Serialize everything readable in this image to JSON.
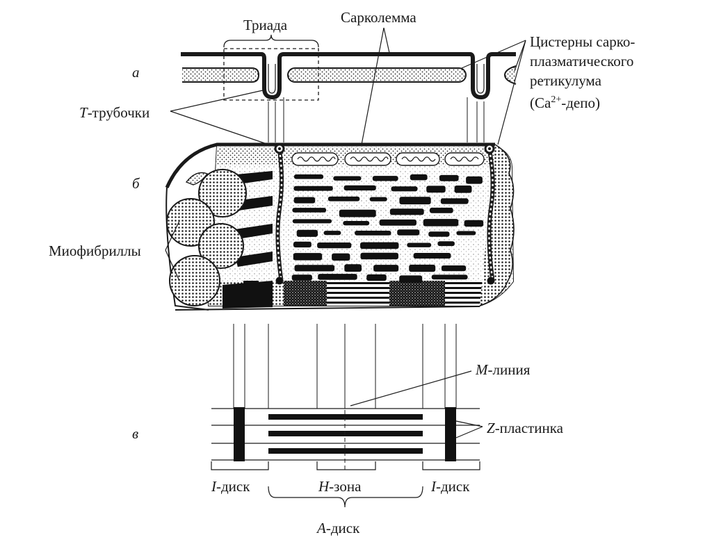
{
  "panels": {
    "a": "а",
    "b": "б",
    "v": "в"
  },
  "labels": {
    "triad": "Триада",
    "sarcolemma": "Сарколемма",
    "cisterns_line1": "Цистерны сарко-",
    "cisterns_line2": "плазматического",
    "cisterns_line3": "ретикулума",
    "cisterns_line4_prefix": "(Ca",
    "cisterns_line4_sup": "2+",
    "cisterns_line4_suffix": "-депо)",
    "t_tubules_letter": "Т",
    "t_tubules_rest": "-трубочки",
    "myofibrils": "Миофибриллы",
    "m_line_letter": "М",
    "m_line_rest": "-линия",
    "z_plate_letter": "Z",
    "z_plate_rest": "-пластинка",
    "i_disk_letter": "I",
    "i_disk_rest": "-диск",
    "h_zone_letter": "Н",
    "h_zone_rest": "-зона",
    "a_disk_letter": "А",
    "a_disk_rest": "-диск"
  },
  "colors": {
    "ink": "#1a1a1a",
    "paper": "#ffffff"
  }
}
